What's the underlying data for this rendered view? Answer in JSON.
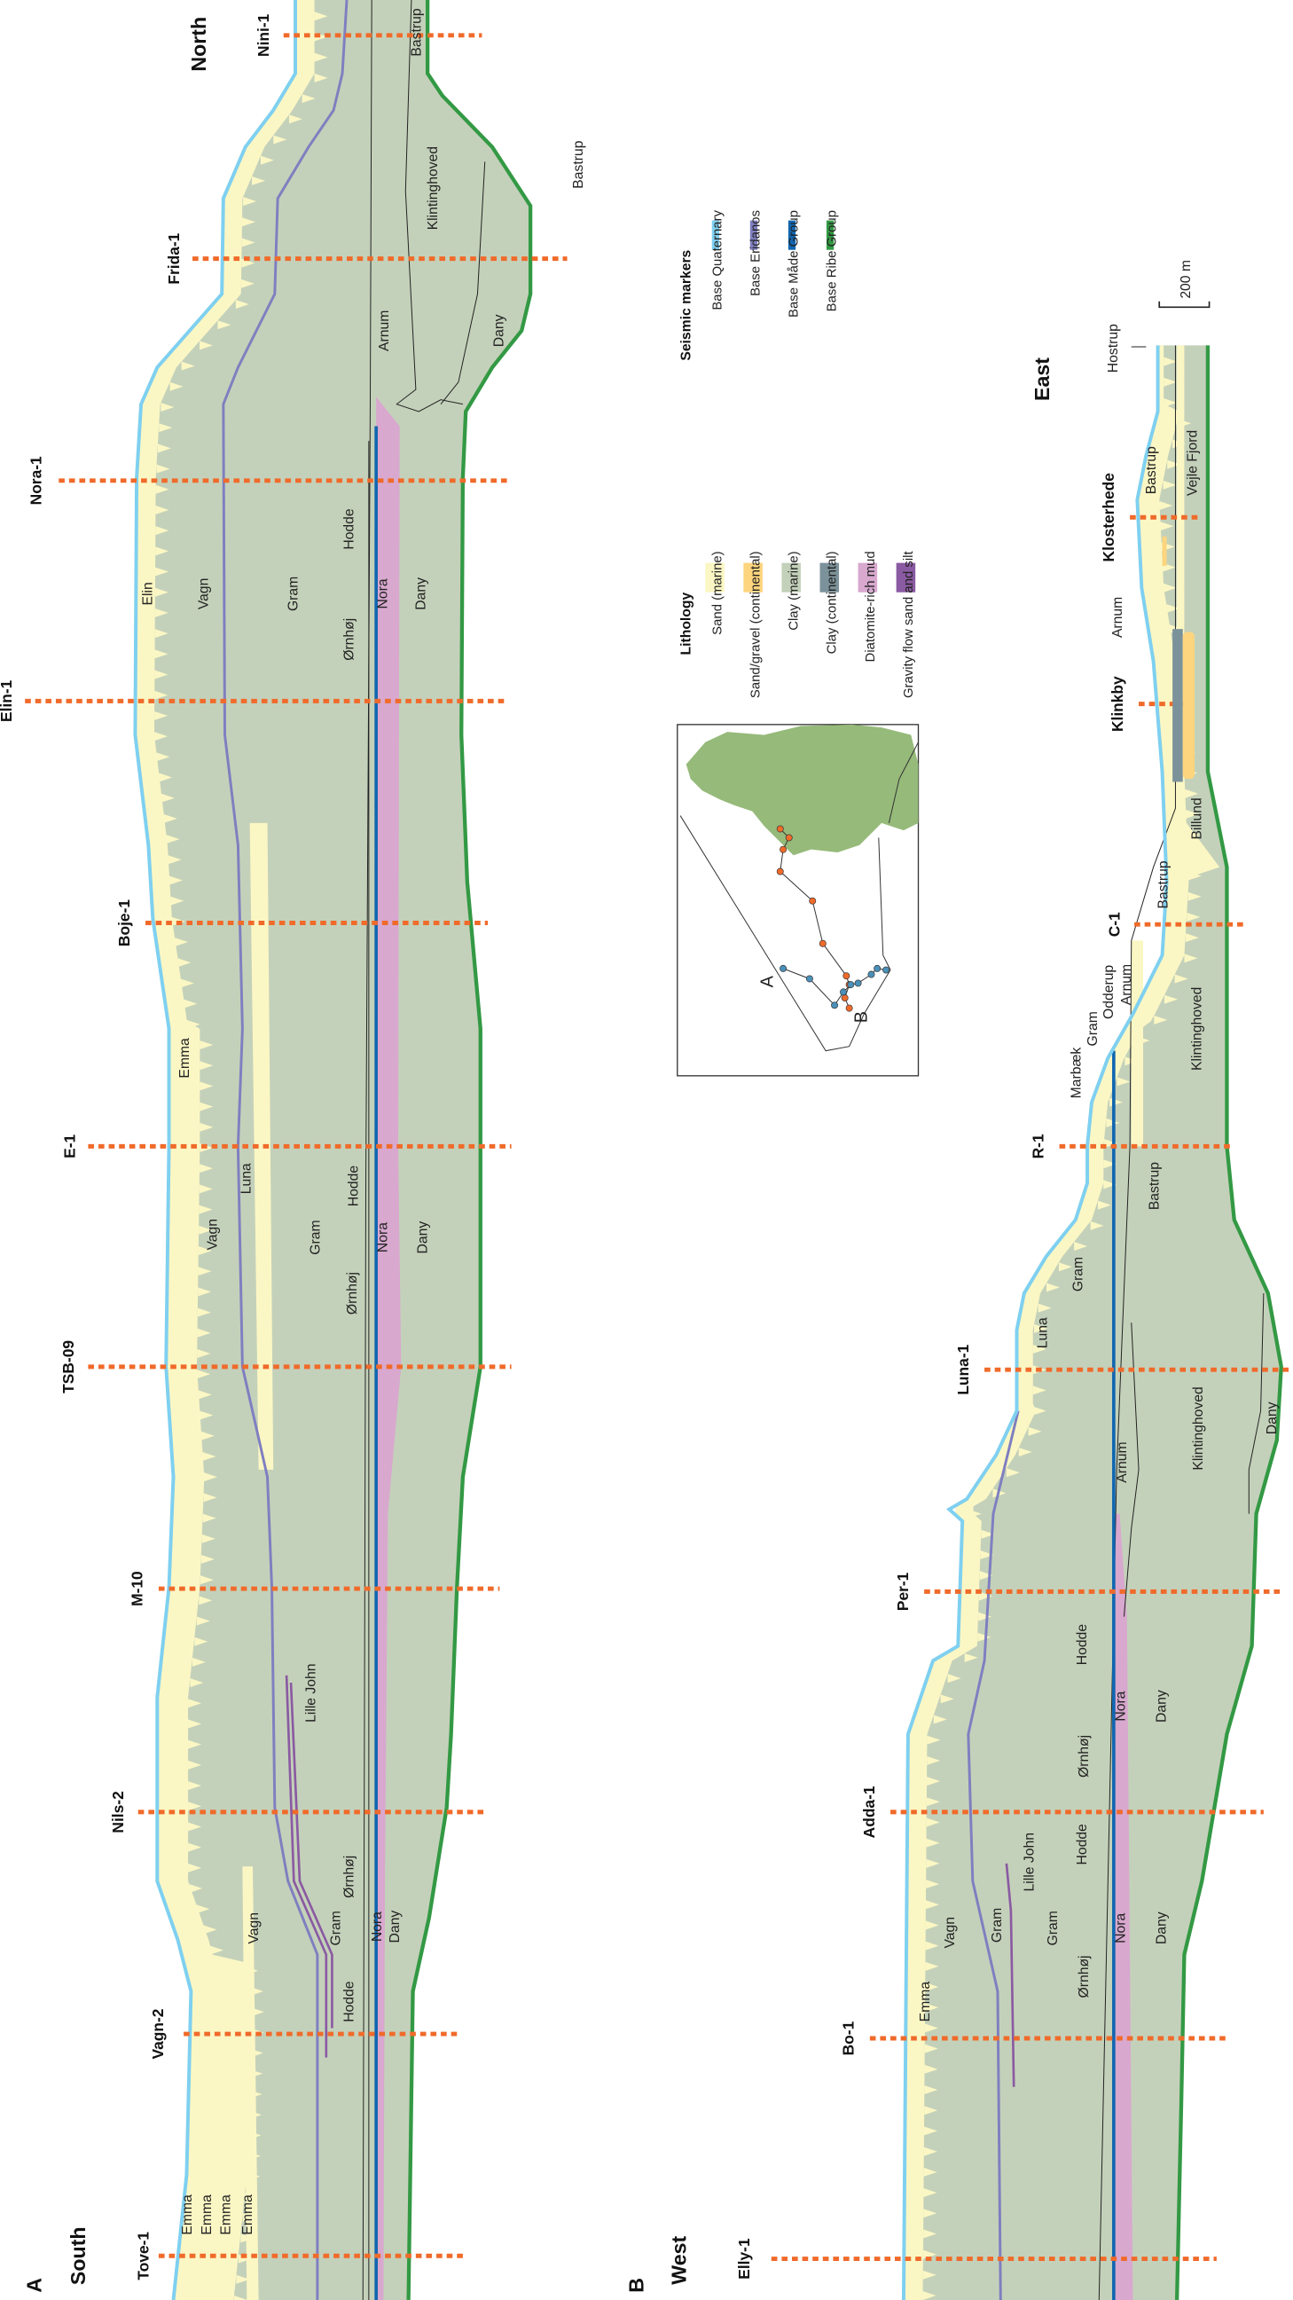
{
  "colors": {
    "sand_marine": "#fbf7c4",
    "sand_gravel_continental": "#fdd57e",
    "clay_marine": "#c4d1ba",
    "clay_continental": "#7c929a",
    "diatomite_mud": "#d8a8cf",
    "gravity_flow": "#8a5aa2",
    "base_quaternary": "#7fd0f0",
    "base_eridanos": "#7f7fc0",
    "base_made": "#1166b0",
    "base_ribe": "#339944",
    "well": "#f06a2a",
    "map_land": "#96ba7a"
  },
  "section_a": {
    "letter": "A",
    "start_label": "South",
    "end_label": "North",
    "wells": [
      "Nini-1",
      "Frida-1",
      "Nora-1",
      "Elin-1",
      "Boje-1",
      "E-1",
      "TSB-09",
      "M-10",
      "Nils-2",
      "Vagn-2",
      "Tove-1"
    ],
    "formations": [
      "Bastrup",
      "Klintinghoved",
      "Arnum",
      "Dany",
      "Elin",
      "Vagn",
      "Gram",
      "Ørnhøj",
      "Hodde",
      "Nora",
      "Dany",
      "Emma",
      "Luna",
      "Vagn",
      "Gram",
      "Hodde",
      "Ørnhøj",
      "Nora",
      "Dany",
      "Lille John",
      "Vagn",
      "Gram",
      "Ørnhøj",
      "Nora",
      "Dany",
      "Hodde",
      "Emma",
      "Emma",
      "Emma",
      "Emma",
      "Bastrup"
    ]
  },
  "section_b": {
    "letter": "B",
    "start_label": "West",
    "end_label": "East",
    "wells": [
      "Klosterhede",
      "Klinkby",
      "C-1",
      "R-1",
      "Luna-1",
      "Per-1",
      "Adda-1",
      "Bo-1",
      "Elly-1"
    ],
    "formations": [
      "Hostrup",
      "Bastrup",
      "Vejle Fjord",
      "Arnum",
      "Billund",
      "Bastrup",
      "Marbæk",
      "Gram",
      "Odderup",
      "Arnum",
      "Klintinghoved",
      "Bastrup",
      "Gram",
      "Luna",
      "Arnum",
      "Klintinghoved",
      "Dany",
      "Hodde",
      "Nora",
      "Dany",
      "Ørnhøj",
      "Hodde",
      "Lille John",
      "Gram",
      "Gram",
      "Vagn",
      "Ørnhøj",
      "Nora",
      "Dany",
      "Emma"
    ]
  },
  "scale_bar": "200 m",
  "legend": {
    "lithology_title": "Lithology",
    "lithology": [
      "Sand (marine)",
      "Sand/gravel (continental)",
      "Clay (marine)",
      "Clay (continental)",
      "Diatomite-rich mud",
      "Gravity flow sand and silt"
    ],
    "markers_title": "Seismic markers",
    "markers": [
      "Base Quaternary",
      "Base Eridanos",
      "Base Måde Group",
      "Base Ribe Group"
    ]
  },
  "map": {
    "label_a": "A",
    "label_b": "B"
  }
}
